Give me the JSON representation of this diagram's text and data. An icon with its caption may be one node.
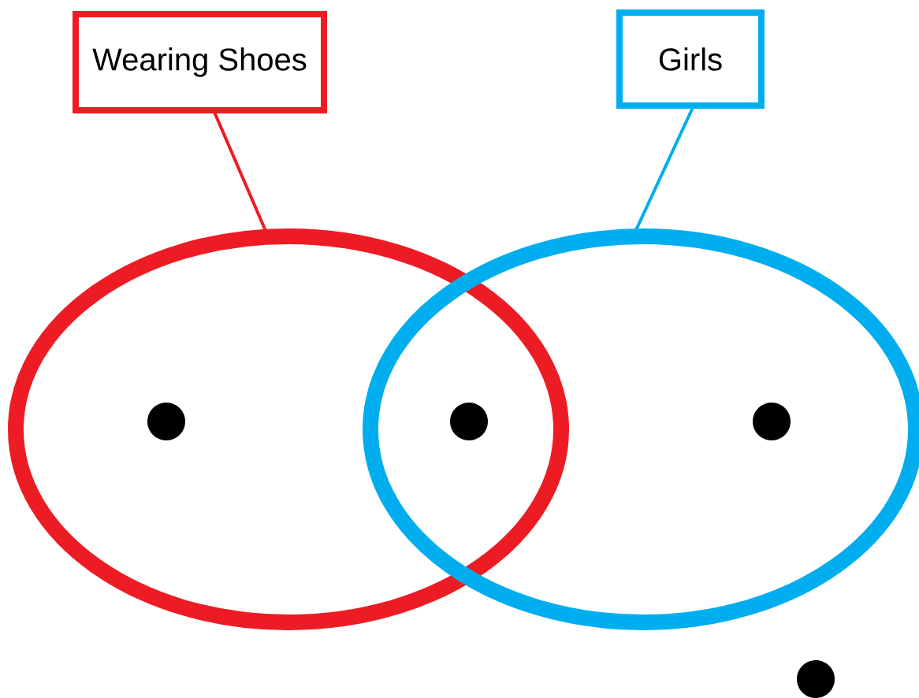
{
  "diagram": {
    "nodes": [
      {
        "text": [
          "Wearing Shoes"
        ]
      },
      {
        "text": [
          "Girls"
        ]
      },
      {
        "text": [],
        "shape": "ellipse"
      },
      {
        "text": [],
        "shape": "ellipse"
      },
      {
        "text": [],
        "shape": "circle",
        "in": 2
      },
      {
        "text": [],
        "shape": "circle"
      },
      {
        "text": [],
        "shape": "circle",
        "in": 3
      },
      {
        "text": [],
        "shape": "circle"
      }
    ],
    "edges": [
      {
        "from": 0,
        "to": 2,
        "arrow": "none",
        "color": "#ed1c24"
      },
      {
        "from": 1,
        "to": 3,
        "arrow": "none",
        "color": "#00aeef"
      }
    ]
  }
}
